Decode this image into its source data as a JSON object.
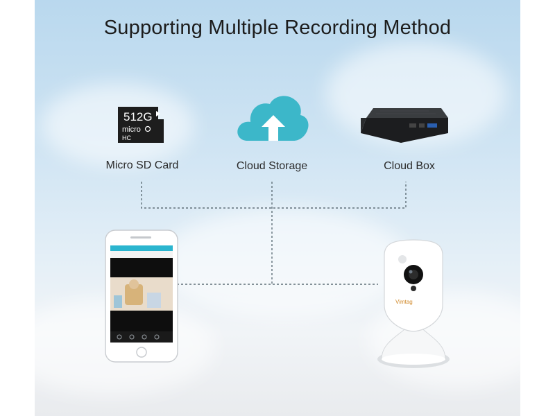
{
  "title": "Supporting Multiple Recording Method",
  "sd_card": {
    "capacity": "512G",
    "brand_text": "micro",
    "speed_mark": "HC",
    "label": "Micro SD Card"
  },
  "cloud_storage": {
    "label": "Cloud Storage"
  },
  "cloud_box": {
    "label": "Cloud Box"
  },
  "camera": {
    "brand": "Vimtag"
  },
  "colors": {
    "cloud": "#3cb7c9",
    "connector": "#5a6a72",
    "phone_bar": "#2bb5cf"
  }
}
